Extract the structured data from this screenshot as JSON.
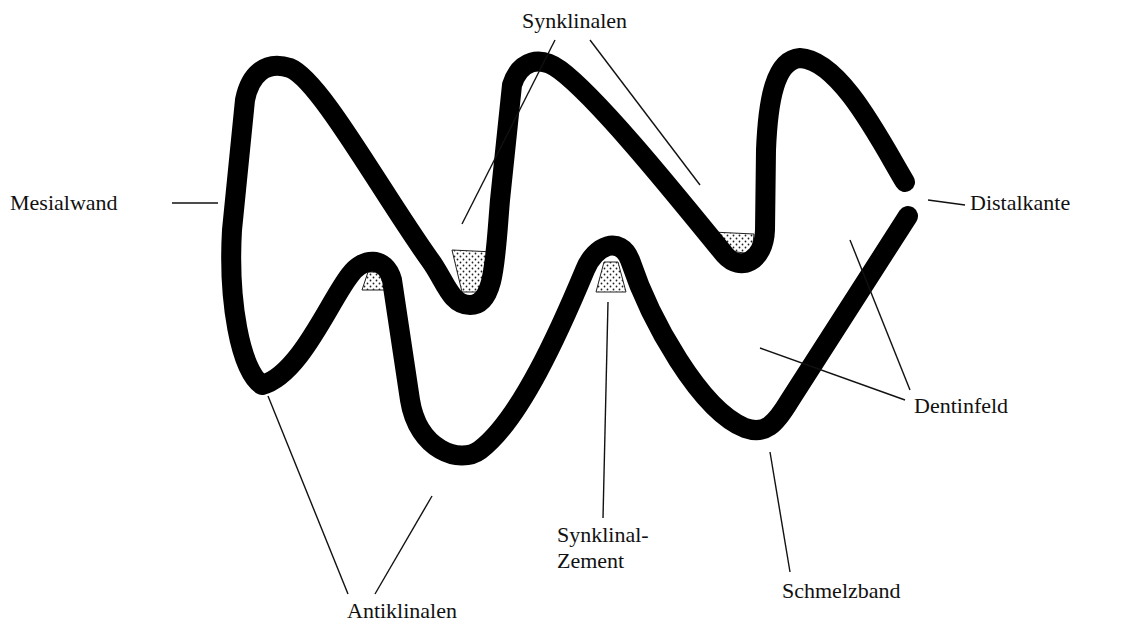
{
  "diagram": {
    "labels": [
      "Synklinalen",
      "Mesialwand",
      "Distalkante",
      "Dentinfeld",
      "Synklinal- Zement",
      "Schmelzband",
      "Antiklinalen"
    ]
  }
}
